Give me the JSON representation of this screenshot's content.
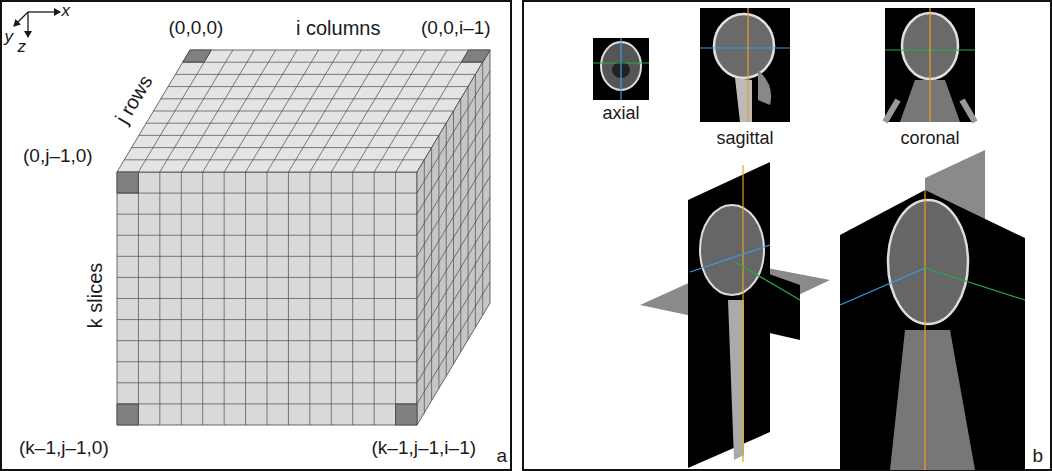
{
  "diagram": {
    "labels": [
      "x",
      "y",
      "z",
      "(0,0,0)",
      "i columns",
      "(0,0,i–1)",
      "j rows",
      "(0,j–1,0)",
      "k slices",
      "(k–1,j–1,0)",
      "(k–1,j–1,i–1)",
      "a",
      "axial",
      "sagittal",
      "coronal",
      "b"
    ]
  }
}
